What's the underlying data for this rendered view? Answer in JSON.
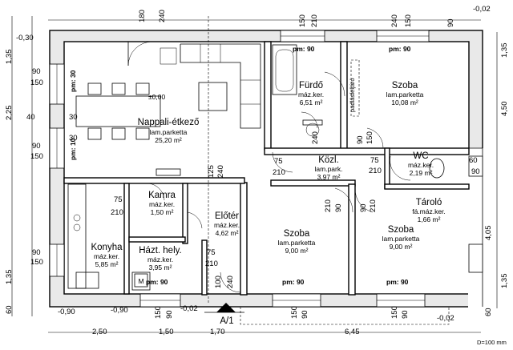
{
  "rooms": [
    {
      "name": "Nappali-étkező",
      "floor": "lam.parketta",
      "area": "25,20 m²"
    },
    {
      "name": "Fürdő",
      "floor": "máz.ker.",
      "area": "6,51 m²"
    },
    {
      "name": "Szoba",
      "floor": "lam.parketta",
      "area": "10,08 m²"
    },
    {
      "name": "Közl.",
      "floor": "lam.park.",
      "area": "3,97 m²"
    },
    {
      "name": "WC",
      "floor": "máz.ker.",
      "area": "2,19 m²"
    },
    {
      "name": "Kamra",
      "floor": "máz.ker.",
      "area": "1,50 m²"
    },
    {
      "name": "Előtér",
      "floor": "máz.ker.",
      "area": "4,62 m²"
    },
    {
      "name": "Tároló",
      "floor": "fá.máz.ker.",
      "area": "1,66 m²"
    },
    {
      "name": "Konyha",
      "floor": "máz.ker.",
      "area": "5,85 m²"
    },
    {
      "name": "Házt. hely.",
      "floor": "máz.ker.",
      "area": "3,95 m²"
    },
    {
      "name": "Szoba",
      "floor": "lam.parketta",
      "area": "9,00 m²"
    },
    {
      "name": "Szoba",
      "floor": "lam.parketta",
      "area": "9,00 m²"
    }
  ],
  "annotations": {
    "level": "±0,00",
    "padlasfeljaro": "padlásfeljáró",
    "section_mark": "A/1",
    "scale_note": "D=100 mm",
    "m_box": "M",
    "pm90": "pm: 90",
    "pm30": "pm: 30",
    "pm10": "pm: 10"
  },
  "dims_top": [
    "180",
    "240",
    "150",
    "210",
    "240",
    "150",
    "90",
    "-0,02",
    "-0,30",
    "-0,02"
  ],
  "dims_left": [
    "-0,30",
    "1,35",
    "90",
    "150",
    "2,25",
    "40",
    "30",
    "90",
    "150",
    "30",
    "90",
    "150",
    "1,35",
    "60",
    "-0,90"
  ],
  "dims_right": [
    "1,35",
    "4,50",
    "60",
    "90",
    "4,05",
    "1,35",
    "60"
  ],
  "dims_bottom": [
    "2,50",
    "1,50",
    "1,70",
    "6,45",
    "-0,90",
    "-0,02"
  ],
  "door_marks": [
    "210",
    "75",
    "210",
    "240",
    "125",
    "210",
    "75",
    "210",
    "90",
    "240",
    "210",
    "90",
    "240",
    "150",
    "90",
    "210",
    "90",
    "210",
    "75",
    "210",
    "75",
    "210",
    "90",
    "210",
    "60",
    "90",
    "240",
    "100",
    "150",
    "150",
    "90",
    "150"
  ]
}
